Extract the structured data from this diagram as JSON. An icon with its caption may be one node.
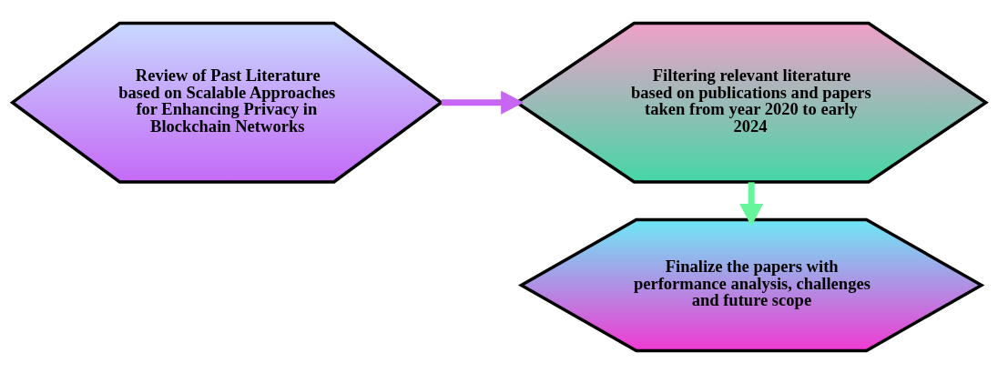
{
  "diagram": {
    "nodes": [
      {
        "text": [
          "Review of Past Literature based on Scalable Approaches for Enhancing Privacy in Blockchain Networks"
        ]
      },
      {
        "text": [
          "Filtering relevant literature based on publications and papers taken from year 2020 to early 2024"
        ]
      },
      {
        "text": [
          "Finalize the papers with performance analysis, challenges and future scope"
        ]
      }
    ],
    "edges": [
      {
        "from": 0,
        "to": 1,
        "arrow": "to",
        "color": "#c666f2"
      },
      {
        "from": 1,
        "to": 2,
        "arrow": "to",
        "color": "#66f59a"
      }
    ]
  }
}
